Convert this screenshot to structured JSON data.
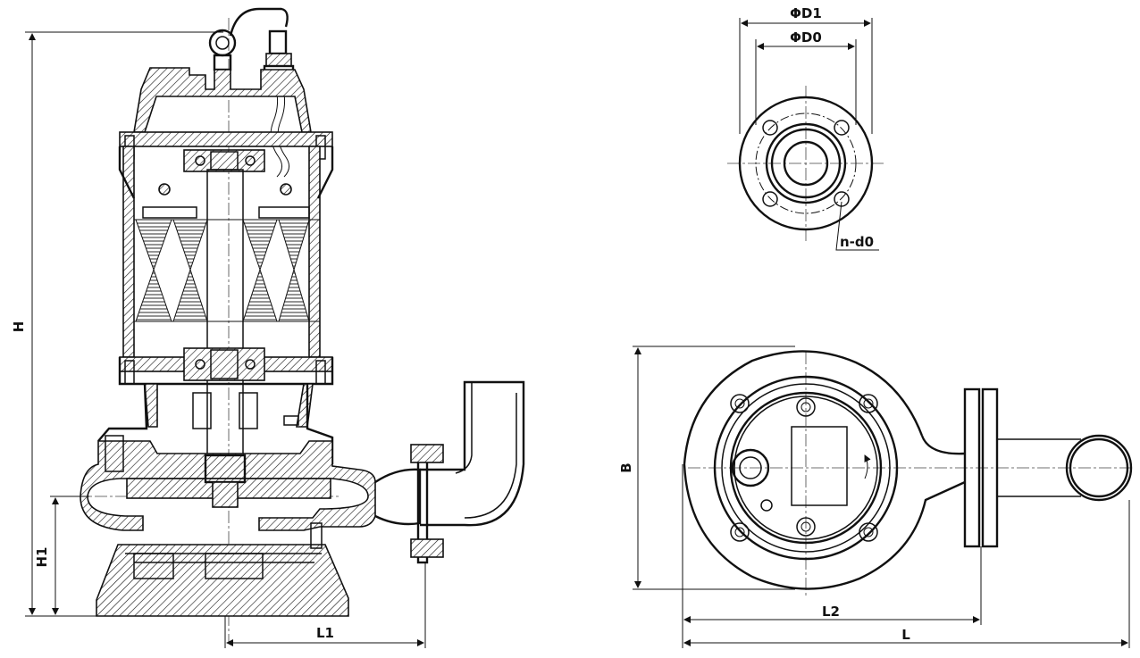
{
  "labels": {
    "H": "H",
    "H1": "H1",
    "L1": "L1",
    "D1": "ΦD1",
    "D0": "ΦD0",
    "nd0": "n-d0",
    "B": "B",
    "L2": "L2",
    "L": "L"
  }
}
